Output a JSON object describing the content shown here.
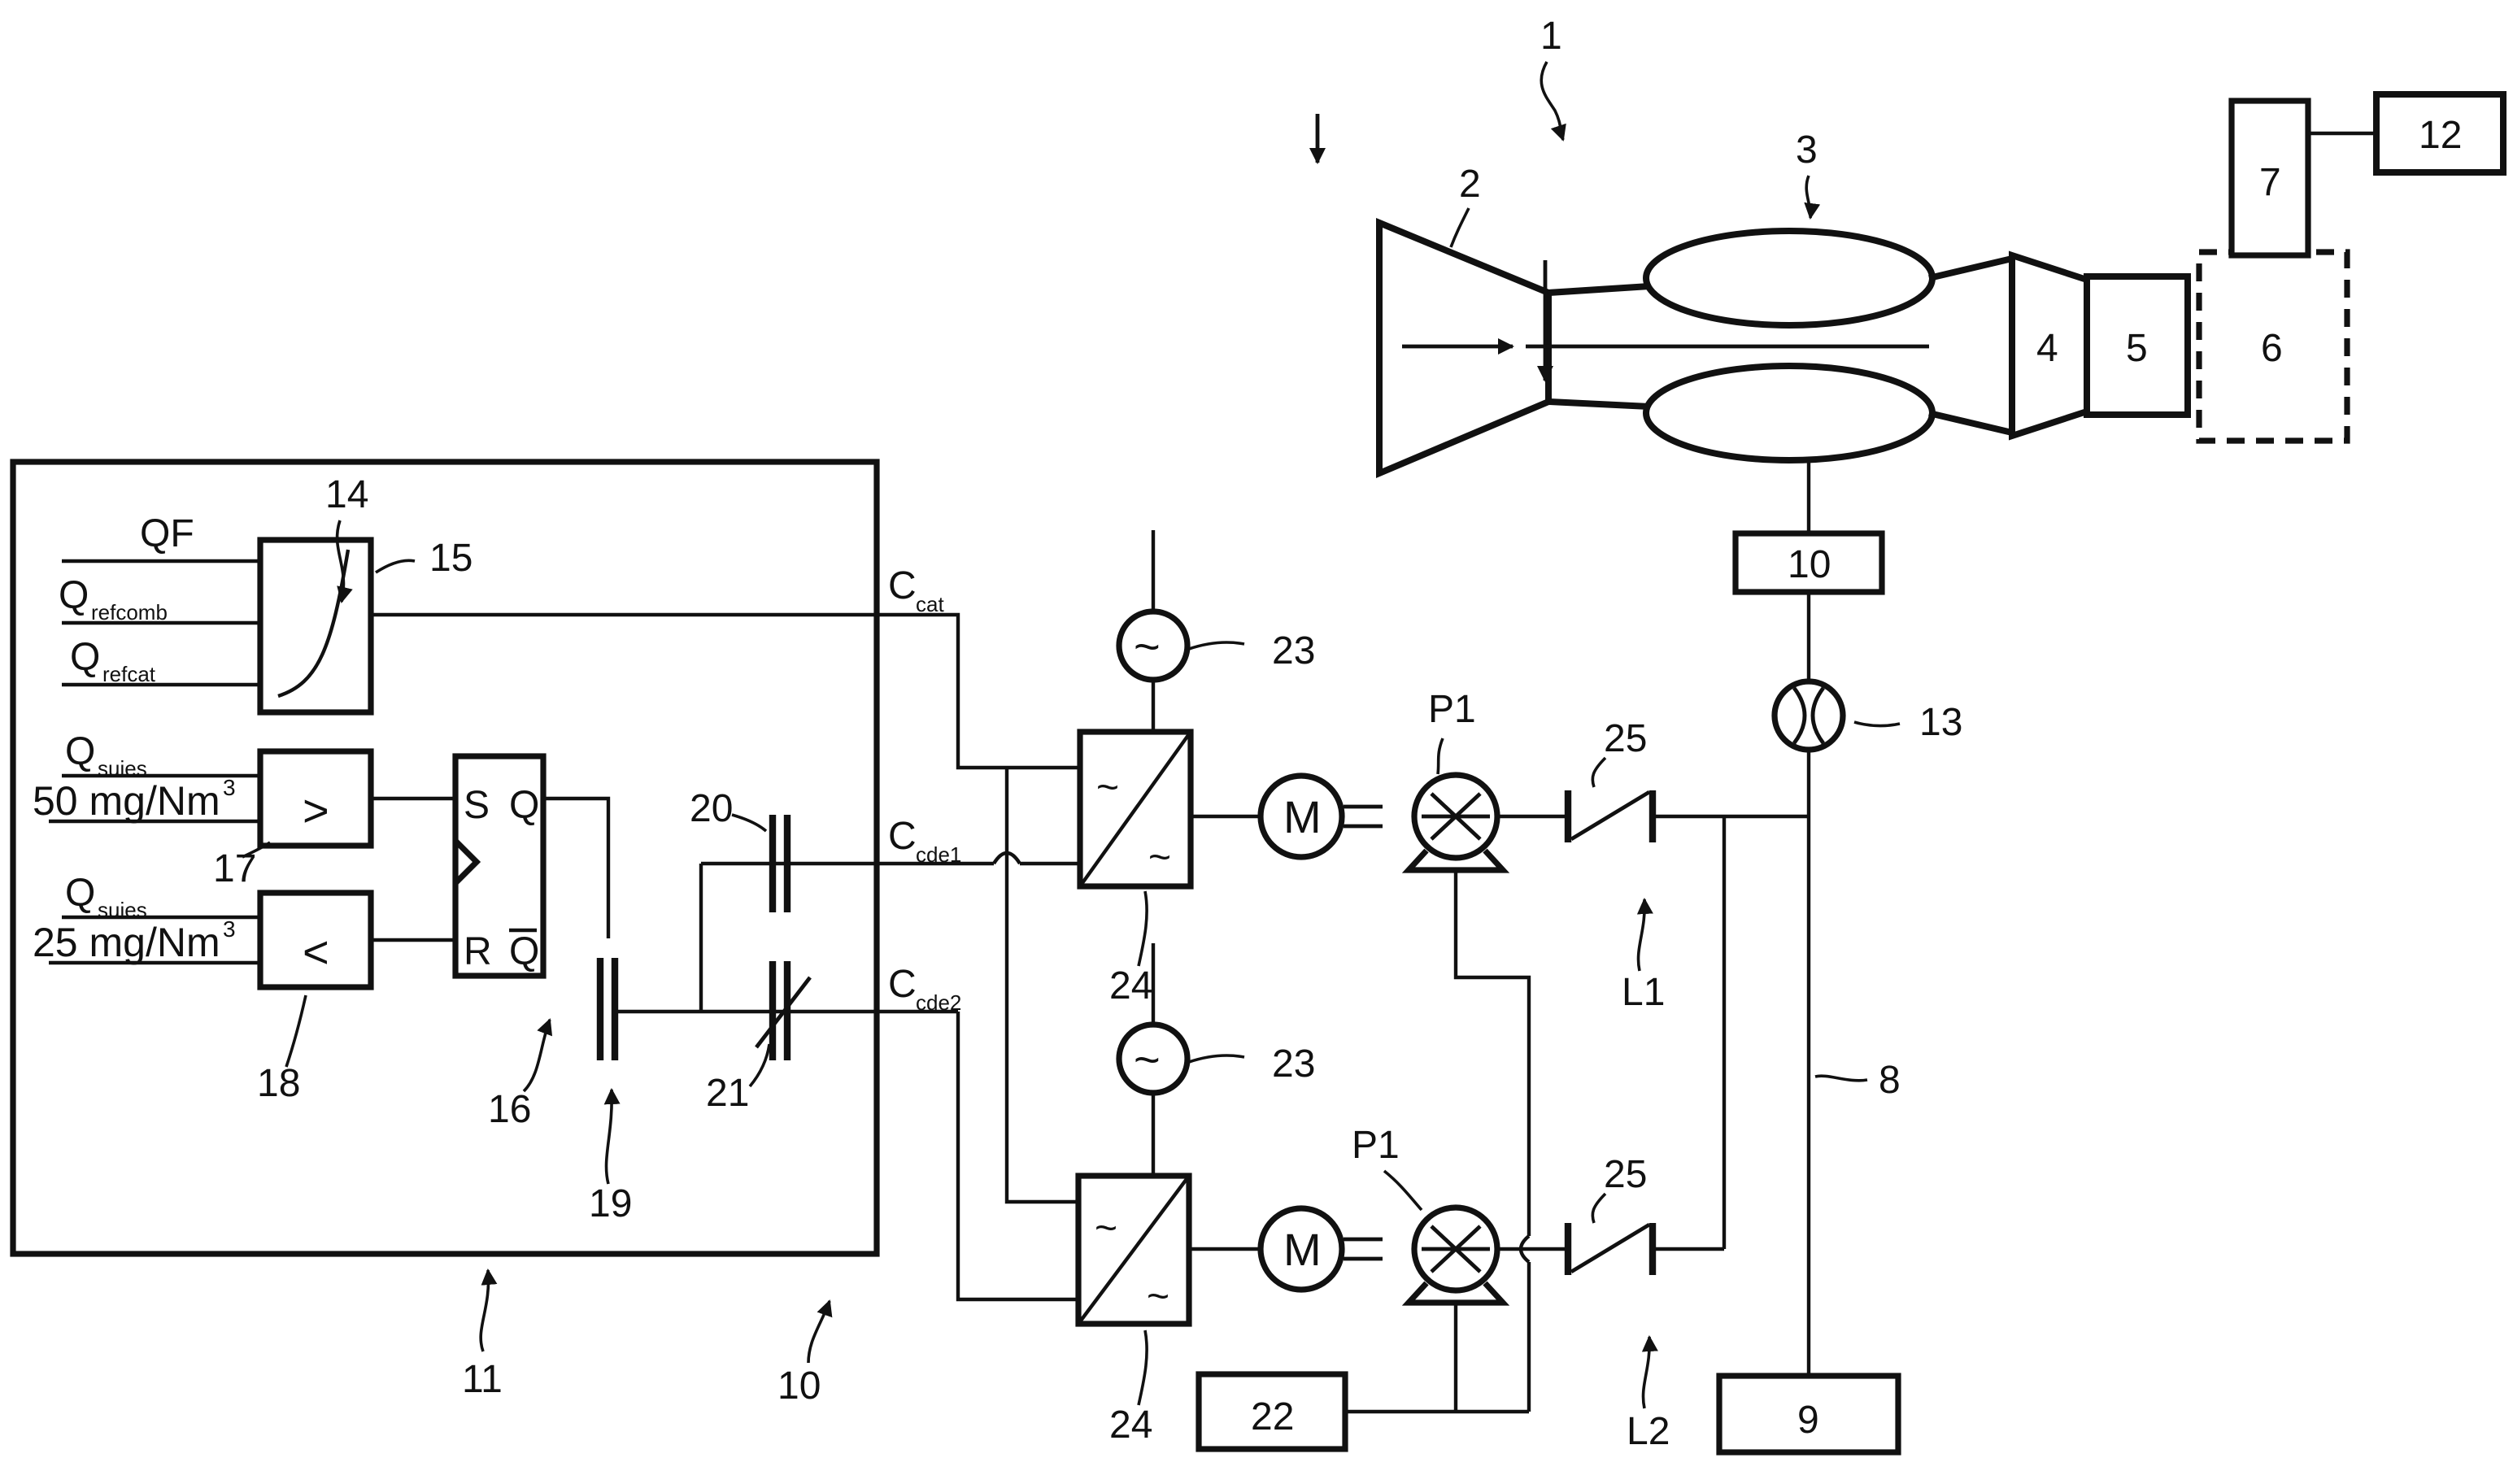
{
  "figure_type": "patent-style schematic of a turbofan engine with a soot-control catalyst injection system",
  "colors": {
    "ink": "#111111",
    "background": "#ffffff"
  },
  "labels": {
    "n1": "1",
    "n2": "2",
    "n3": "3",
    "n4": "4",
    "n5": "5",
    "n6": "6",
    "n7": "7",
    "n8": "8",
    "n9": "9",
    "n10_box": "10",
    "n10_ref": "10",
    "n11": "11",
    "n12": "12",
    "n13": "13",
    "n14": "14",
    "n15": "15",
    "n16": "16",
    "n17": "17",
    "n18": "18",
    "n19": "19",
    "n20": "20",
    "n21": "21",
    "n22": "22",
    "n23_top": "23",
    "n23_bottom": "23",
    "n24_top": "24",
    "n24_bottom": "24",
    "n25_top": "25",
    "n25_bottom": "25"
  },
  "signals": {
    "qf": "QF",
    "q": "Q",
    "refcomb": "refcomb",
    "refcat": "refcat",
    "suies": "suies",
    "c": "C",
    "cat": "cat",
    "cde1": "cde1",
    "cde2": "cde2",
    "threshold_high": "50 mg/Nm",
    "threshold_low": "25 mg/Nm",
    "exponent": "3"
  },
  "flipflop": {
    "set": "S",
    "q": "Q",
    "reset": "R",
    "q_bar": "Q"
  },
  "comparators": {
    "greater": ">",
    "less": "<"
  },
  "components": {
    "motor": "M",
    "pump_top": "P1",
    "pump_bottom": "P1",
    "line_top": "L1",
    "line_bottom": "L2",
    "ac": "~"
  }
}
